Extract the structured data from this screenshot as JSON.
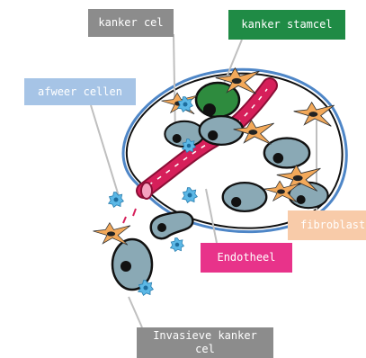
{
  "labels": {
    "kanker_cel": "kanker cel",
    "kanker_stamcel": "kanker stamcel",
    "afweer_cellen": "afweer cellen",
    "fibroblast": "fibroblast",
    "endotheel": "Endotheel",
    "invasieve_kanker_cel": "Invasieve kanker\ncel"
  },
  "colors": {
    "kanker_cel_label": "#8c8c8c",
    "kanker_stamcel_label": "#1f8b45",
    "afweer_label": "#a6c4e6",
    "fibroblast_label": "#f8cba9",
    "endotheel_label": "#e8338a",
    "invasieve_label": "#8c8c8c",
    "cancer_cell": "#8aa9b5",
    "stem_cell": "#2e8b3e",
    "fibroblast_cell": "#f3a95a",
    "immune_cell": "#5cb8e6",
    "vessel": "#d61f5a",
    "tumor_outline": "#4e86c7"
  }
}
